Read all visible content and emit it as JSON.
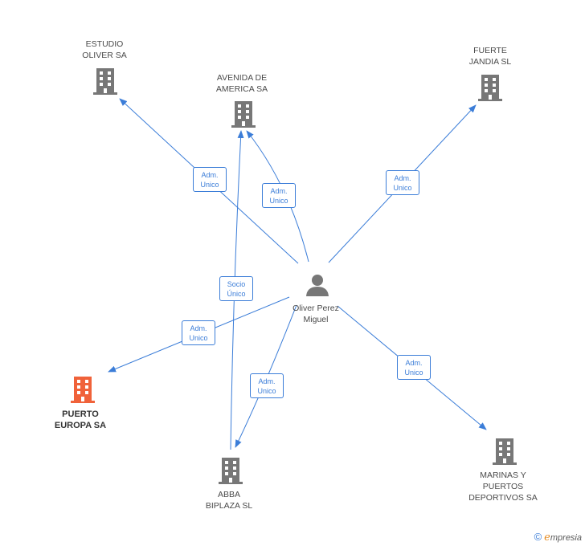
{
  "colors": {
    "edge": "#3b7dd8",
    "building": "#777777",
    "focus": "#f0623a",
    "person": "#777777"
  },
  "person": {
    "label": "Oliver Perez\nMiguel",
    "icon": "person-icon"
  },
  "companies": [
    {
      "id": "estudio-oliver",
      "label": "ESTUDIO\nOLIVER SA"
    },
    {
      "id": "avenida-america",
      "label": "AVENIDA DE\nAMERICA SA"
    },
    {
      "id": "fuerte-jandia",
      "label": "FUERTE\nJANDIA SL"
    },
    {
      "id": "puerto-europa",
      "label": "PUERTO\nEUROPA SA",
      "focus": true
    },
    {
      "id": "abba-biplaza",
      "label": "ABBA\nBIPLAZA SL"
    },
    {
      "id": "marinas-puertos",
      "label": "MARINAS Y\nPUERTOS\nDEPORTIVOS SA"
    }
  ],
  "relations": [
    {
      "id": "r-estudio",
      "label": "Adm.\nUnico"
    },
    {
      "id": "r-avenida-adm",
      "label": "Adm.\nUnico"
    },
    {
      "id": "r-fuerte",
      "label": "Adm.\nUnico"
    },
    {
      "id": "r-avenida-socio",
      "label": "Socio\nÚnico"
    },
    {
      "id": "r-puerto",
      "label": "Adm.\nUnico"
    },
    {
      "id": "r-abba",
      "label": "Adm.\nUnico"
    },
    {
      "id": "r-marinas",
      "label": "Adm.\nUnico"
    }
  ],
  "footer": {
    "copyright": "©",
    "brand_e": "e",
    "brand_rest": "mpresia"
  }
}
